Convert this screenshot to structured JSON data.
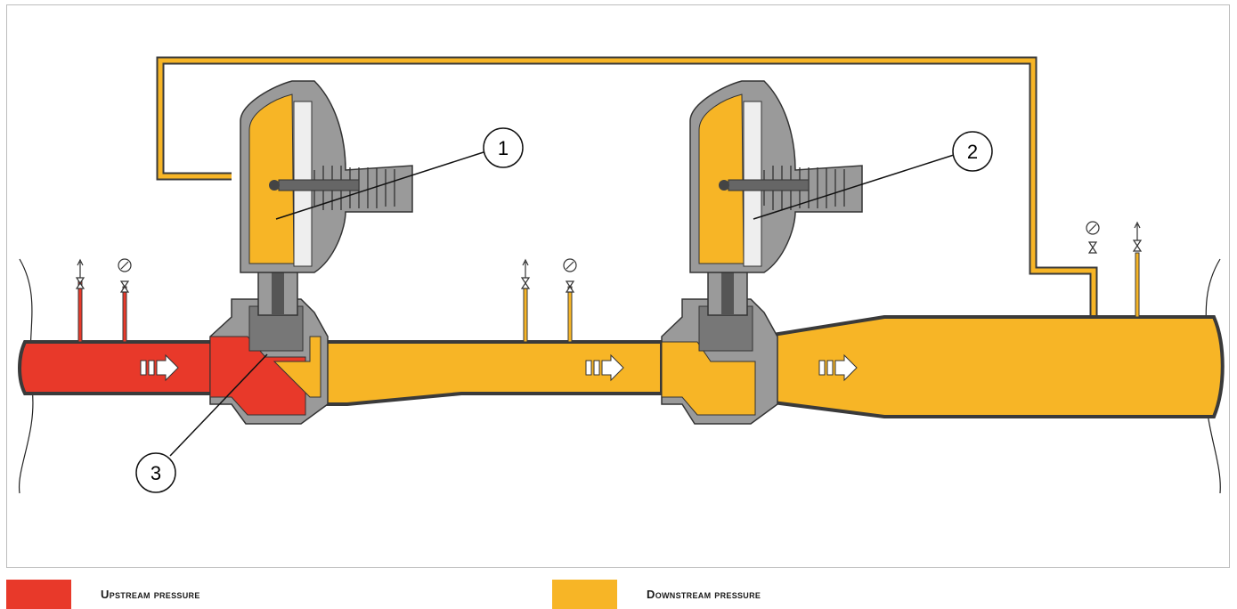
{
  "colors": {
    "upstream": "#E8392A",
    "downstream": "#F7B526",
    "steel": "#9A9A9A",
    "pipe_wall": "#3a3a3a"
  },
  "callouts": {
    "one": "1",
    "two": "2",
    "three": "3"
  },
  "legend": {
    "upstream_label": "Upstream pressure",
    "downstream_label": "Downstream pressure"
  },
  "icons": [
    "flow-arrow-icon",
    "pressure-gauge-icon",
    "vent-valve-icon"
  ]
}
